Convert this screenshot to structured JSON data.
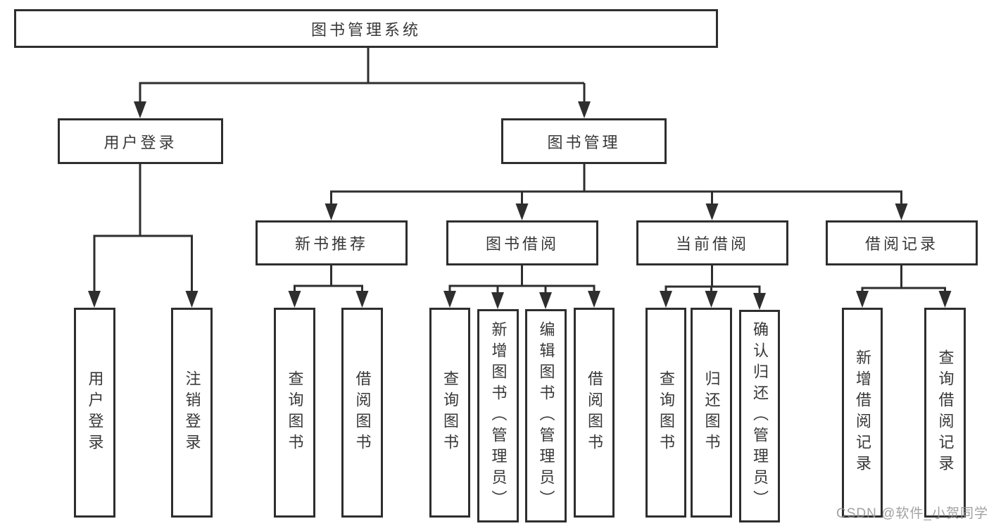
{
  "diagram": {
    "kind": "functional-structure-tree",
    "title": "图书管理系统"
  },
  "tree": {
    "label": "图书管理系统",
    "children": [
      {
        "label": "用户登录",
        "children": [
          {
            "label": "用户登录"
          },
          {
            "label": "注销登录"
          }
        ]
      },
      {
        "label": "图书管理",
        "children": [
          {
            "label": "新书推荐",
            "children": [
              {
                "label": "查询图书"
              },
              {
                "label": "借阅图书"
              }
            ]
          },
          {
            "label": "图书借阅",
            "children": [
              {
                "label": "查询图书"
              },
              {
                "label": "新增图书（管理员）"
              },
              {
                "label": "编辑图书（管理员）"
              },
              {
                "label": "借阅图书"
              }
            ]
          },
          {
            "label": "当前借阅",
            "children": [
              {
                "label": "查询图书"
              },
              {
                "label": "归还图书"
              },
              {
                "label": "确认归还（管理员）"
              }
            ]
          },
          {
            "label": "借阅记录",
            "children": [
              {
                "label": "新增借阅记录"
              },
              {
                "label": "查询借阅记录"
              }
            ]
          }
        ]
      }
    ]
  },
  "watermark": {
    "text": "CSDN @软件_小贺同学"
  },
  "colors": {
    "line": "#2e2e2e",
    "text": "#383838",
    "background": "#ffffff",
    "watermark": "#919191"
  }
}
